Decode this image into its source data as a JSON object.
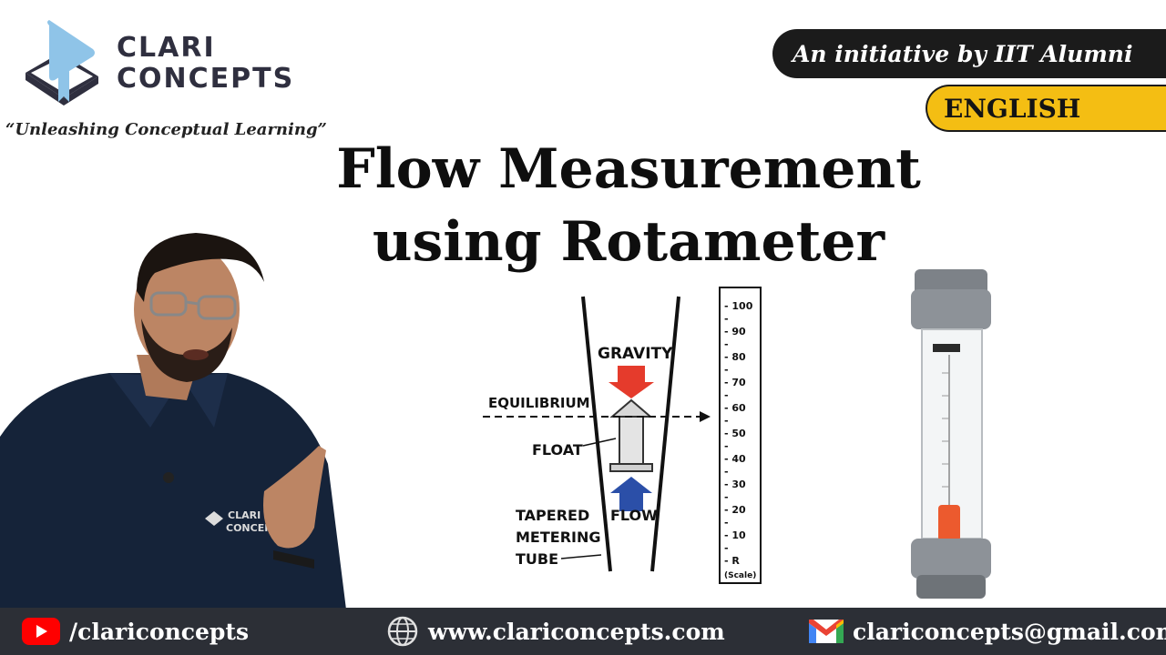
{
  "brand": {
    "name_line1": "CLARI",
    "name_line2": "CONCEPTS",
    "tagline": "“Unleashing Conceptual Learning”",
    "shirt_logo_line1": "CLARI",
    "shirt_logo_line2": "CONCEPTS"
  },
  "badges": {
    "initiative": "An initiative by IIT Alumni",
    "language": "ENGLISH"
  },
  "title": {
    "line1": "Flow Measurement",
    "line2": "using Rotameter"
  },
  "diagram": {
    "labels": {
      "gravity": "GRAVITY",
      "equilibrium": "EQUILIBRIUM",
      "float": "FLOAT",
      "flow": "FLOW",
      "tube_line1": "TAPERED",
      "tube_line2": "METERING",
      "tube_line3": "TUBE"
    },
    "scale": [
      "- 100",
      "- 90",
      "- 80",
      "- 70",
      "- 60",
      "- 50",
      "- 40",
      "- 30",
      "- 20",
      "- 10",
      "- R"
    ],
    "scale_caption": "(Scale)"
  },
  "footer": {
    "youtube": "/clariconcepts",
    "website": "www.clariconcepts.com",
    "email": "clariconcepts@gmail.com"
  },
  "colors": {
    "footer_bg": "#2c2f36",
    "badge_dark": "#1b1b1b",
    "badge_yellow": "#f4be13",
    "gravity_arrow": "#e53b2c",
    "flow_arrow": "#2b4fa8",
    "logo_blue": "#8fc4e8",
    "logo_dark": "#2f2f3f"
  },
  "icons": {
    "logo": "book-play-icon",
    "youtube": "youtube-icon",
    "website": "globe-icon",
    "email": "gmail-icon"
  }
}
